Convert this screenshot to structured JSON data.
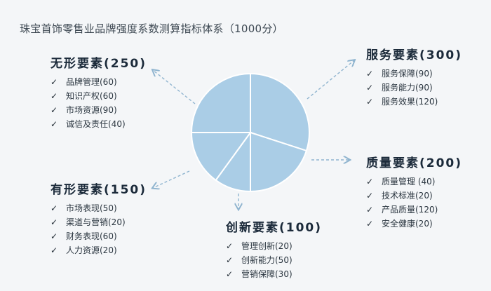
{
  "title": "珠宝首饰零售业品牌强度系数测算指标体系（1000分）",
  "colors": {
    "pie_fill": "#aacde6",
    "pie_stroke": "#ffffff",
    "arrow": "#8fb4cf"
  },
  "groups": [
    {
      "id": "wuxing",
      "heading": "无形要素(250)",
      "items": [
        "品牌管理(60)",
        "知识产权(60)",
        "市场资源(90)",
        "诚信及责任(40)"
      ]
    },
    {
      "id": "fuwu",
      "heading": "服务要素(300)",
      "items": [
        "服务保障(90)",
        "服务能力(90)",
        "服务效果(120)"
      ]
    },
    {
      "id": "zhiliang",
      "heading": "质量要素(200)",
      "items": [
        "质量管理 (40)",
        "技术标准(20)",
        "产品质量(120)",
        "安全健康(20)"
      ]
    },
    {
      "id": "chuangxin",
      "heading": "创新要素(100)",
      "items": [
        "管理创新(20)",
        "创新能力(50)",
        "营销保障(30)"
      ]
    },
    {
      "id": "youxing",
      "heading": "有形要素(150)",
      "items": [
        "市场表现(50)",
        "渠道与营销(20)",
        "财务表现(60)",
        "人力资源(20)"
      ]
    }
  ],
  "pie": {
    "slices": [
      300,
      200,
      100,
      150,
      250
    ]
  },
  "check_glyph": "✓"
}
